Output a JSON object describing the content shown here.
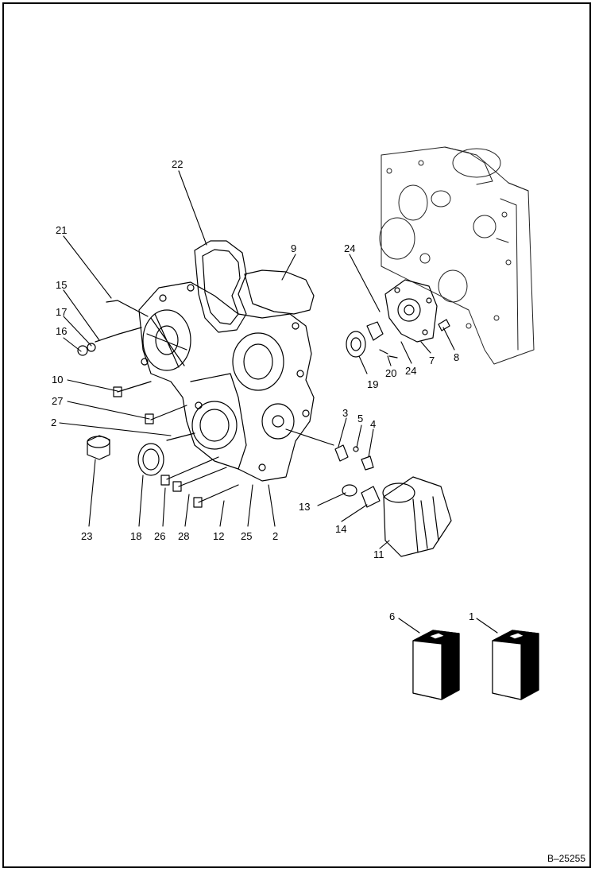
{
  "labels": {
    "l22": "22",
    "l21": "21",
    "l9": "9",
    "l24a": "24",
    "l15": "15",
    "l17": "17",
    "l16": "16",
    "l10": "10",
    "l27": "27",
    "l2a": "2",
    "l3": "3",
    "l5": "5",
    "l4": "4",
    "l19": "19",
    "l20": "20",
    "l24b": "24",
    "l7": "7",
    "l8": "8",
    "l13": "13",
    "l14": "14",
    "l11": "11",
    "l23": "23",
    "l18": "18",
    "l26": "26",
    "l28": "28",
    "l12": "12",
    "l25": "25",
    "l2b": "2",
    "l6": "6",
    "l1": "1"
  },
  "figure_ref": "B–25255"
}
